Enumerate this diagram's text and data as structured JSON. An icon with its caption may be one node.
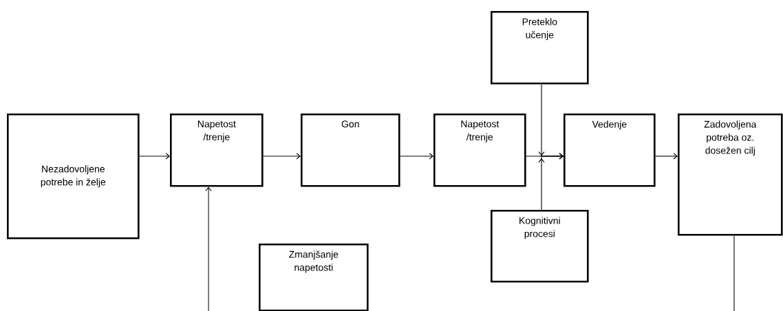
{
  "diagram": {
    "nodes": [
      {
        "text": [
          "Nezadovoljene potrebe in želje"
        ]
      },
      {
        "text": [
          "Napetost /trenje"
        ]
      },
      {
        "text": [
          "Gon"
        ]
      },
      {
        "text": [
          "Napetost /trenje"
        ]
      },
      {
        "text": [
          "Preteklo učenje"
        ]
      },
      {
        "text": [
          "Vedenje"
        ]
      },
      {
        "text": [
          "Zadovoljena potreba oz. dosežen cilj"
        ]
      },
      {
        "text": [
          "Kognitivni procesi"
        ]
      },
      {
        "text": [
          "Zmanjšanje napetosti"
        ]
      }
    ],
    "edges": [
      {
        "from": 0,
        "to": 1,
        "arrow": "to"
      },
      {
        "from": 1,
        "to": 2,
        "arrow": "to"
      },
      {
        "from": 2,
        "to": 3,
        "arrow": "to"
      },
      {
        "from": 3,
        "to": 5,
        "arrow": "to"
      },
      {
        "from": 4,
        "to": 5,
        "arrow": "to"
      },
      {
        "from": 7,
        "to": 5,
        "arrow": "to"
      },
      {
        "from": 5,
        "to": 6,
        "arrow": "to"
      },
      {
        "from": null,
        "to": 1,
        "arrow": "to"
      },
      {
        "from": 6,
        "to": null,
        "arrow": "none"
      }
    ]
  }
}
